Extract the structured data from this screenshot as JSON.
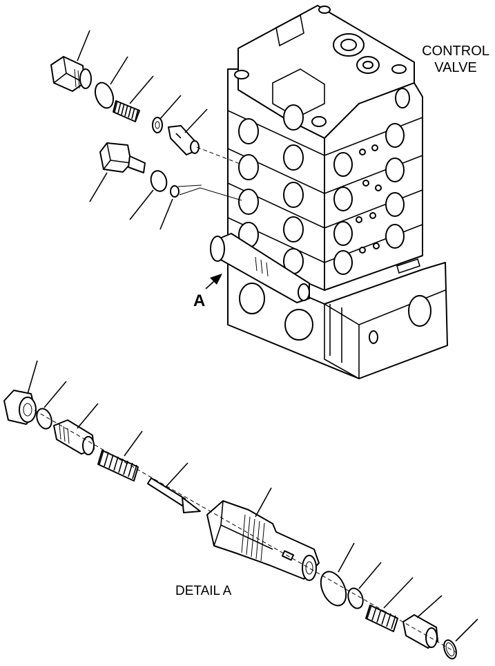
{
  "labels": {
    "control_valve_line1": "CONTROL",
    "control_valve_line2": "VALVE",
    "view_marker": "A",
    "detail_caption": "DETAIL A"
  }
}
